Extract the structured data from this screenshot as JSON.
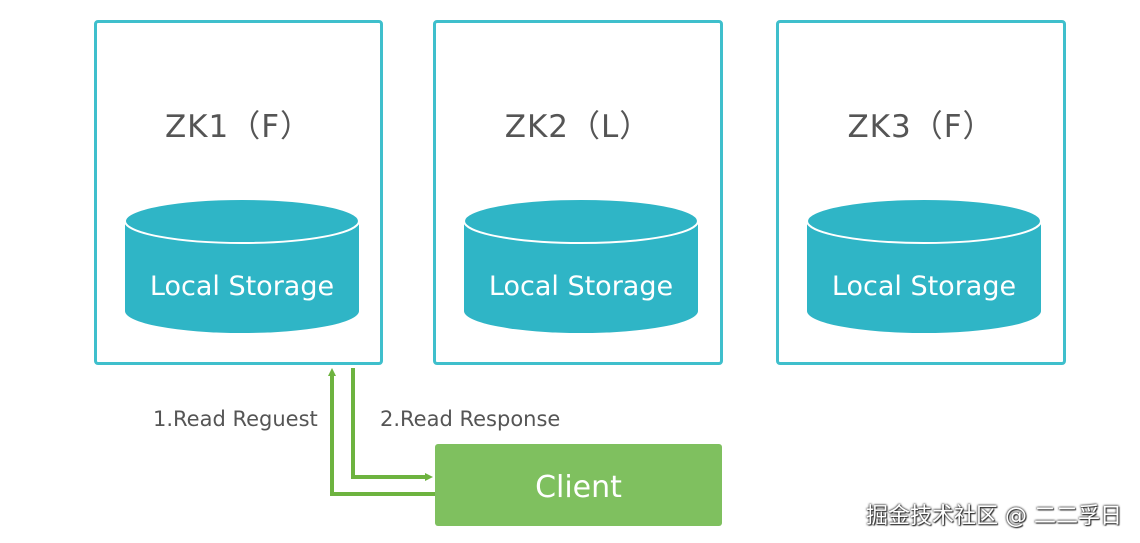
{
  "servers": [
    {
      "title": "ZK1（F）",
      "storage": "Local Storage"
    },
    {
      "title": "ZK2（L）",
      "storage": "Local Storage"
    },
    {
      "title": "ZK3（F）",
      "storage": "Local Storage"
    }
  ],
  "client": {
    "label": "Client"
  },
  "edges": {
    "request": "1.Read Reguest",
    "response": "2.Read Response"
  },
  "watermark": "掘金技术社区 @ 二二孚日",
  "colors": {
    "server_border": "#3fbfcc",
    "storage_fill": "#2fb5c6",
    "client_fill": "#7fc05f",
    "arrow": "#6db33f"
  }
}
